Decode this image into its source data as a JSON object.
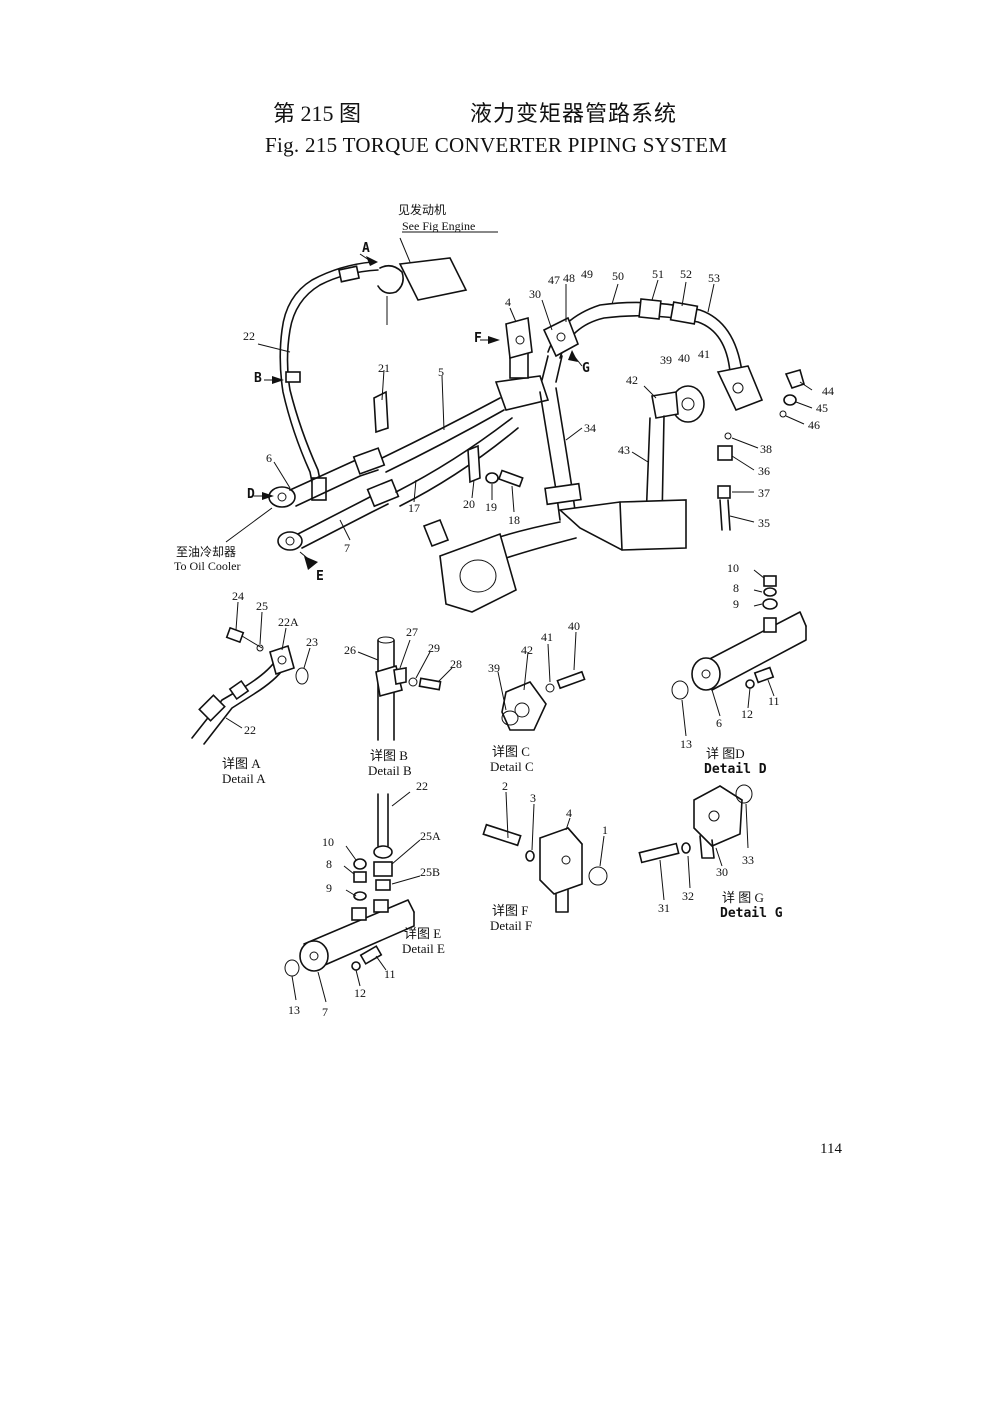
{
  "header": {
    "fig_number_cn": "第 215 图",
    "title_cn": "液力变矩器管路系统",
    "title_en": "Fig. 215    TORQUE CONVERTER PIPING SYSTEM"
  },
  "annotations": {
    "see_engine_cn": "见发动机",
    "see_engine_en": "See Fig Engine",
    "to_oil_cooler_cn": "至油冷却器",
    "to_oil_cooler_en": "To Oil Cooler"
  },
  "view_markers": [
    "A",
    "B",
    "D",
    "E",
    "F",
    "G"
  ],
  "part_numbers": {
    "main": [
      "22",
      "21",
      "5",
      "4",
      "30",
      "47",
      "48",
      "49",
      "50",
      "51",
      "52",
      "53",
      "39",
      "40",
      "41",
      "42",
      "44",
      "45",
      "46",
      "38",
      "36",
      "37",
      "35",
      "34",
      "43",
      "6",
      "17",
      "7",
      "20",
      "19",
      "18"
    ],
    "detail_a": [
      "24",
      "25",
      "22A",
      "23",
      "22"
    ],
    "detail_b": [
      "27",
      "26",
      "29",
      "28"
    ],
    "detail_c": [
      "41",
      "40",
      "42",
      "39"
    ],
    "detail_d": [
      "10",
      "8",
      "9",
      "11",
      "12",
      "6",
      "13"
    ],
    "detail_e": [
      "22",
      "25A",
      "10",
      "8",
      "25B",
      "9",
      "11",
      "12",
      "13",
      "7"
    ],
    "detail_f": [
      "2",
      "3",
      "4",
      "1"
    ],
    "detail_g": [
      "30",
      "33",
      "32",
      "31"
    ]
  },
  "details": {
    "a": {
      "cn": "详图 A",
      "en": "Detail A"
    },
    "b": {
      "cn": "详图 B",
      "en": "Detail B"
    },
    "c": {
      "cn": "详图 C",
      "en": "Detail C"
    },
    "d": {
      "cn": "详 图D",
      "en": "Detail D"
    },
    "e": {
      "cn": "详图 E",
      "en": "Detail E"
    },
    "f": {
      "cn": "详图 F",
      "en": "Detail F"
    },
    "g": {
      "cn": "详 图 G",
      "en": "Detail G"
    }
  },
  "page_number": "114"
}
